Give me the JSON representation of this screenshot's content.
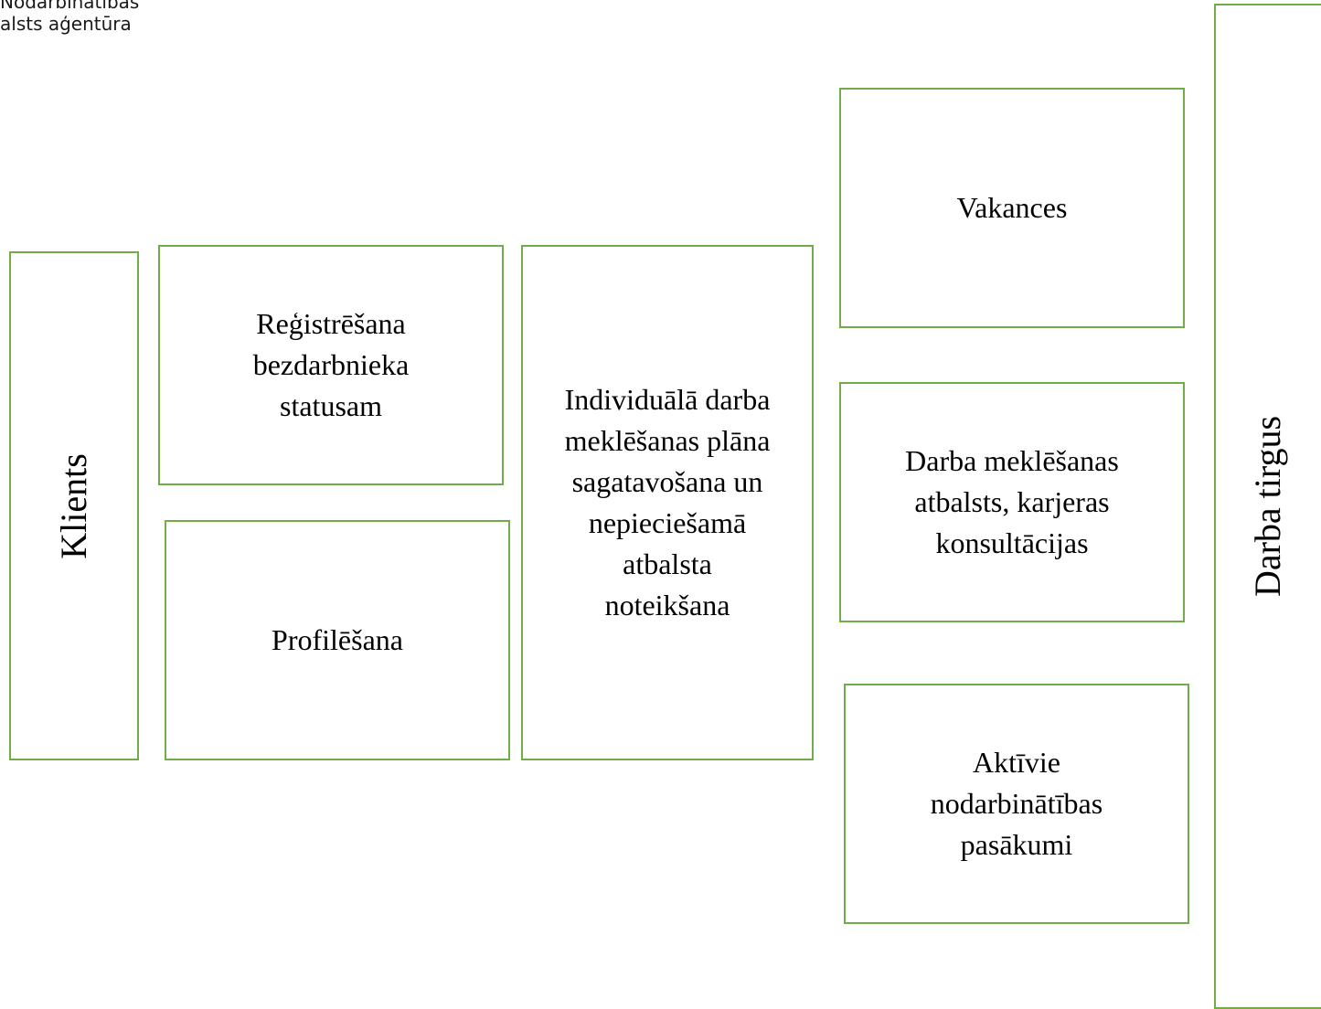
{
  "logo": {
    "line1": "Nodarbinātības",
    "line2": "alsts aģentūra"
  },
  "colors": {
    "border": "#70ad47",
    "text": "#000000",
    "background": "#ffffff"
  },
  "boxes": {
    "klients": "Klients",
    "registresana": "Reģistrēšana\nbezdarbnieka\nstatusam",
    "profilesana": "Profilēšana",
    "individuala": "Individuālā darba\nmeklēšanas plāna\nsagatavošana un\nnepieciešamā\natbalsta\nnoteikšana",
    "vakances": "Vakances",
    "darba_meklesanas": "Darba meklēšanas\natbalsts, karjeras\nkonsultācijas",
    "aktivie": "Aktīvie\nnodarbinātības\npasākumi",
    "darba_tirgus": "Darba tirgus"
  }
}
